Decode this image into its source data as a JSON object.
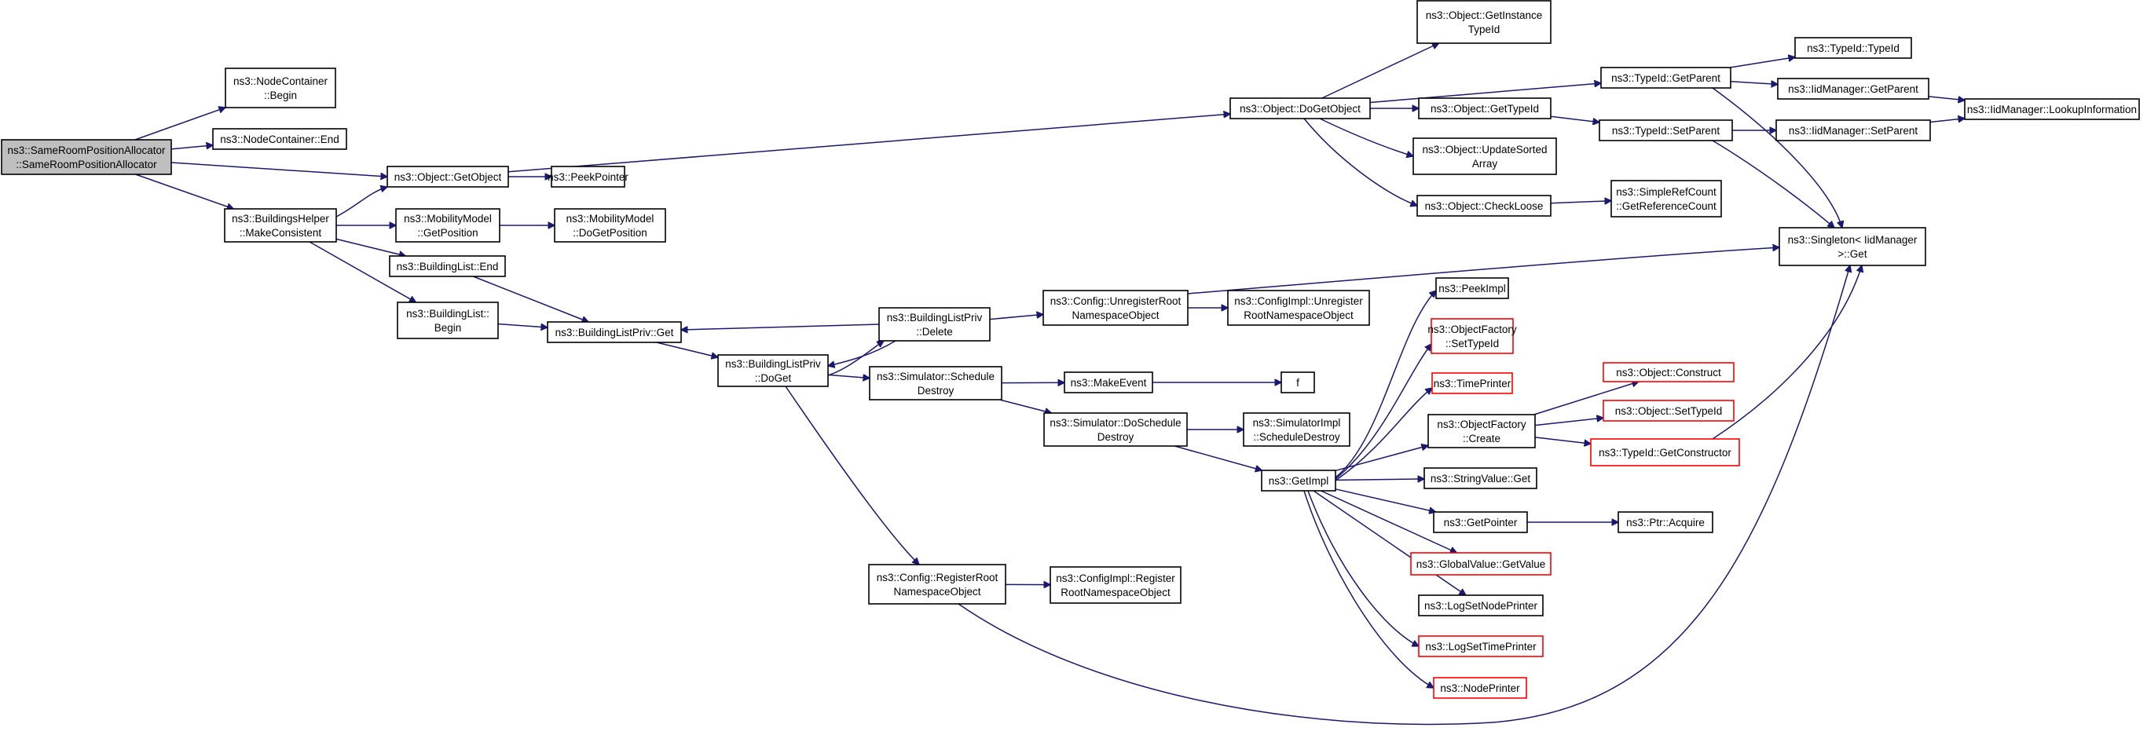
{
  "graph": {
    "kind": "call-graph",
    "colors": {
      "edge": "#191970",
      "node_fill": "#ffffff",
      "root_fill": "#bfbfbf",
      "node_border": "#000000",
      "truncated_border": "#ff0000"
    },
    "nodes": [
      {
        "id": "root",
        "lines": [
          "ns3::SameRoomPositionAllocator",
          "::SameRoomPositionAllocator"
        ],
        "root": true
      },
      {
        "id": "nc_begin",
        "lines": [
          "ns3::NodeContainer",
          "::Begin"
        ]
      },
      {
        "id": "nc_end",
        "lines": [
          "ns3::NodeContainer::End"
        ]
      },
      {
        "id": "bh_make",
        "lines": [
          "ns3::BuildingsHelper",
          "::MakeConsistent"
        ]
      },
      {
        "id": "obj_getobject",
        "lines": [
          "ns3::Object::GetObject"
        ]
      },
      {
        "id": "peekpointer",
        "lines": [
          "ns3::PeekPointer"
        ]
      },
      {
        "id": "mm_getpos",
        "lines": [
          "ns3::MobilityModel",
          "::GetPosition"
        ]
      },
      {
        "id": "mm_dogetpos",
        "lines": [
          "ns3::MobilityModel",
          "::DoGetPosition"
        ]
      },
      {
        "id": "bl_end",
        "lines": [
          "ns3::BuildingList::End"
        ]
      },
      {
        "id": "bl_begin",
        "lines": [
          "ns3::BuildingList::",
          "Begin"
        ]
      },
      {
        "id": "blp_get",
        "lines": [
          "ns3::BuildingListPriv::Get"
        ]
      },
      {
        "id": "blp_doget",
        "lines": [
          "ns3::BuildingListPriv",
          "::DoGet"
        ]
      },
      {
        "id": "blp_delete",
        "lines": [
          "ns3::BuildingListPriv",
          "::Delete"
        ]
      },
      {
        "id": "sim_schedule",
        "lines": [
          "ns3::Simulator::Schedule",
          "Destroy"
        ]
      },
      {
        "id": "cfg_register",
        "lines": [
          "ns3::Config::RegisterRoot",
          "NamespaceObject"
        ]
      },
      {
        "id": "cfgimpl_register",
        "lines": [
          "ns3::ConfigImpl::Register",
          "RootNamespaceObject"
        ]
      },
      {
        "id": "cfg_unregister",
        "lines": [
          "ns3::Config::UnregisterRoot",
          "NamespaceObject"
        ]
      },
      {
        "id": "cfgimpl_unregister",
        "lines": [
          "ns3::ConfigImpl::Unregister",
          "RootNamespaceObject"
        ]
      },
      {
        "id": "makeevent",
        "lines": [
          "ns3::MakeEvent"
        ]
      },
      {
        "id": "f",
        "lines": [
          "f"
        ]
      },
      {
        "id": "sim_doschedule",
        "lines": [
          "ns3::Simulator::DoSchedule",
          "Destroy"
        ]
      },
      {
        "id": "simimpl_sched",
        "lines": [
          "ns3::SimulatorImpl",
          "::ScheduleDestroy"
        ]
      },
      {
        "id": "getimpl",
        "lines": [
          "ns3::GetImpl"
        ]
      },
      {
        "id": "obj_dogetobject",
        "lines": [
          "ns3::Object::DoGetObject"
        ]
      },
      {
        "id": "obj_getinstance",
        "lines": [
          "ns3::Object::GetInstance",
          "TypeId"
        ]
      },
      {
        "id": "obj_gettypeid",
        "lines": [
          "ns3::Object::GetTypeId"
        ]
      },
      {
        "id": "obj_updatesorted",
        "lines": [
          "ns3::Object::UpdateSorted",
          "Array"
        ]
      },
      {
        "id": "obj_checkloose",
        "lines": [
          "ns3::Object::CheckLoose"
        ]
      },
      {
        "id": "srefcount",
        "lines": [
          "ns3::SimpleRefCount",
          "::GetReferenceCount"
        ]
      },
      {
        "id": "tid_getparent",
        "lines": [
          "ns3::TypeId::GetParent"
        ]
      },
      {
        "id": "tid_setparent",
        "lines": [
          "ns3::TypeId::SetParent"
        ]
      },
      {
        "id": "tid_typeid",
        "lines": [
          "ns3::TypeId::TypeId"
        ]
      },
      {
        "id": "iid_getparent",
        "lines": [
          "ns3::IidManager::GetParent"
        ]
      },
      {
        "id": "iid_setparent",
        "lines": [
          "ns3::IidManager::SetParent"
        ]
      },
      {
        "id": "iid_lookup",
        "lines": [
          "ns3::IidManager::LookupInformation"
        ]
      },
      {
        "id": "singleton_get",
        "lines": [
          "ns3::Singleton< IidManager",
          ">::Get"
        ]
      },
      {
        "id": "peekimpl",
        "lines": [
          "ns3::PeekImpl"
        ]
      },
      {
        "id": "of_settypeid",
        "lines": [
          "ns3::ObjectFactory",
          "::SetTypeId"
        ],
        "truncated": true
      },
      {
        "id": "timeprinter",
        "lines": [
          "ns3::TimePrinter"
        ],
        "truncated": true
      },
      {
        "id": "of_create",
        "lines": [
          "ns3::ObjectFactory",
          "::Create"
        ]
      },
      {
        "id": "obj_construct",
        "lines": [
          "ns3::Object::Construct"
        ],
        "truncated": true
      },
      {
        "id": "obj_settypeid",
        "lines": [
          "ns3::Object::SetTypeId"
        ],
        "truncated": true
      },
      {
        "id": "tid_getctor",
        "lines": [
          "ns3::TypeId::GetConstructor"
        ],
        "truncated": true
      },
      {
        "id": "stringvalue_get",
        "lines": [
          "ns3::StringValue::Get"
        ]
      },
      {
        "id": "getpointer",
        "lines": [
          "ns3::GetPointer"
        ]
      },
      {
        "id": "ptr_acquire",
        "lines": [
          "ns3::Ptr::Acquire"
        ]
      },
      {
        "id": "gv_getvalue",
        "lines": [
          "ns3::GlobalValue::GetValue"
        ],
        "truncated": true
      },
      {
        "id": "logsetnodeprinter",
        "lines": [
          "ns3::LogSetNodePrinter"
        ]
      },
      {
        "id": "logsettimeprinter",
        "lines": [
          "ns3::LogSetTimePrinter"
        ],
        "truncated": true
      },
      {
        "id": "nodeprinter",
        "lines": [
          "ns3::NodePrinter"
        ],
        "truncated": true
      }
    ],
    "edges": [
      [
        "root",
        "nc_begin"
      ],
      [
        "root",
        "nc_end"
      ],
      [
        "root",
        "obj_getobject"
      ],
      [
        "root",
        "bh_make"
      ],
      [
        "bh_make",
        "obj_getobject"
      ],
      [
        "bh_make",
        "mm_getpos"
      ],
      [
        "bh_make",
        "bl_end"
      ],
      [
        "bh_make",
        "bl_begin"
      ],
      [
        "obj_getobject",
        "peekpointer"
      ],
      [
        "obj_getobject",
        "obj_dogetobject"
      ],
      [
        "mm_getpos",
        "mm_dogetpos"
      ],
      [
        "bl_end",
        "blp_get"
      ],
      [
        "bl_begin",
        "blp_get"
      ],
      [
        "blp_get",
        "blp_doget"
      ],
      [
        "blp_doget",
        "blp_delete"
      ],
      [
        "blp_doget",
        "sim_schedule"
      ],
      [
        "blp_doget",
        "cfg_register"
      ],
      [
        "blp_delete",
        "blp_get"
      ],
      [
        "blp_delete",
        "blp_doget"
      ],
      [
        "blp_delete",
        "cfg_unregister"
      ],
      [
        "cfg_unregister",
        "singleton_get"
      ],
      [
        "cfg_unregister",
        "cfgimpl_unregister"
      ],
      [
        "sim_schedule",
        "makeevent"
      ],
      [
        "sim_schedule",
        "sim_doschedule"
      ],
      [
        "makeevent",
        "f"
      ],
      [
        "sim_doschedule",
        "simimpl_sched"
      ],
      [
        "sim_doschedule",
        "getimpl"
      ],
      [
        "cfg_register",
        "cfgimpl_register"
      ],
      [
        "cfg_register",
        "singleton_get"
      ],
      [
        "obj_dogetobject",
        "obj_getinstance"
      ],
      [
        "obj_dogetobject",
        "tid_getparent"
      ],
      [
        "obj_dogetobject",
        "obj_gettypeid"
      ],
      [
        "obj_dogetobject",
        "obj_updatesorted"
      ],
      [
        "obj_dogetobject",
        "obj_checkloose"
      ],
      [
        "obj_gettypeid",
        "tid_setparent"
      ],
      [
        "obj_checkloose",
        "srefcount"
      ],
      [
        "tid_getparent",
        "tid_typeid"
      ],
      [
        "tid_getparent",
        "iid_getparent"
      ],
      [
        "tid_getparent",
        "singleton_get"
      ],
      [
        "tid_setparent",
        "iid_setparent"
      ],
      [
        "tid_setparent",
        "singleton_get"
      ],
      [
        "iid_getparent",
        "iid_lookup"
      ],
      [
        "iid_setparent",
        "iid_lookup"
      ],
      [
        "getimpl",
        "peekimpl"
      ],
      [
        "getimpl",
        "of_settypeid"
      ],
      [
        "getimpl",
        "timeprinter"
      ],
      [
        "getimpl",
        "of_create"
      ],
      [
        "getimpl",
        "stringvalue_get"
      ],
      [
        "getimpl",
        "getpointer"
      ],
      [
        "getimpl",
        "gv_getvalue"
      ],
      [
        "getimpl",
        "logsetnodeprinter"
      ],
      [
        "getimpl",
        "logsettimeprinter"
      ],
      [
        "getimpl",
        "nodeprinter"
      ],
      [
        "of_create",
        "obj_construct"
      ],
      [
        "of_create",
        "obj_settypeid"
      ],
      [
        "of_create",
        "tid_getctor"
      ],
      [
        "tid_getctor",
        "singleton_get"
      ],
      [
        "getpointer",
        "ptr_acquire"
      ]
    ]
  }
}
